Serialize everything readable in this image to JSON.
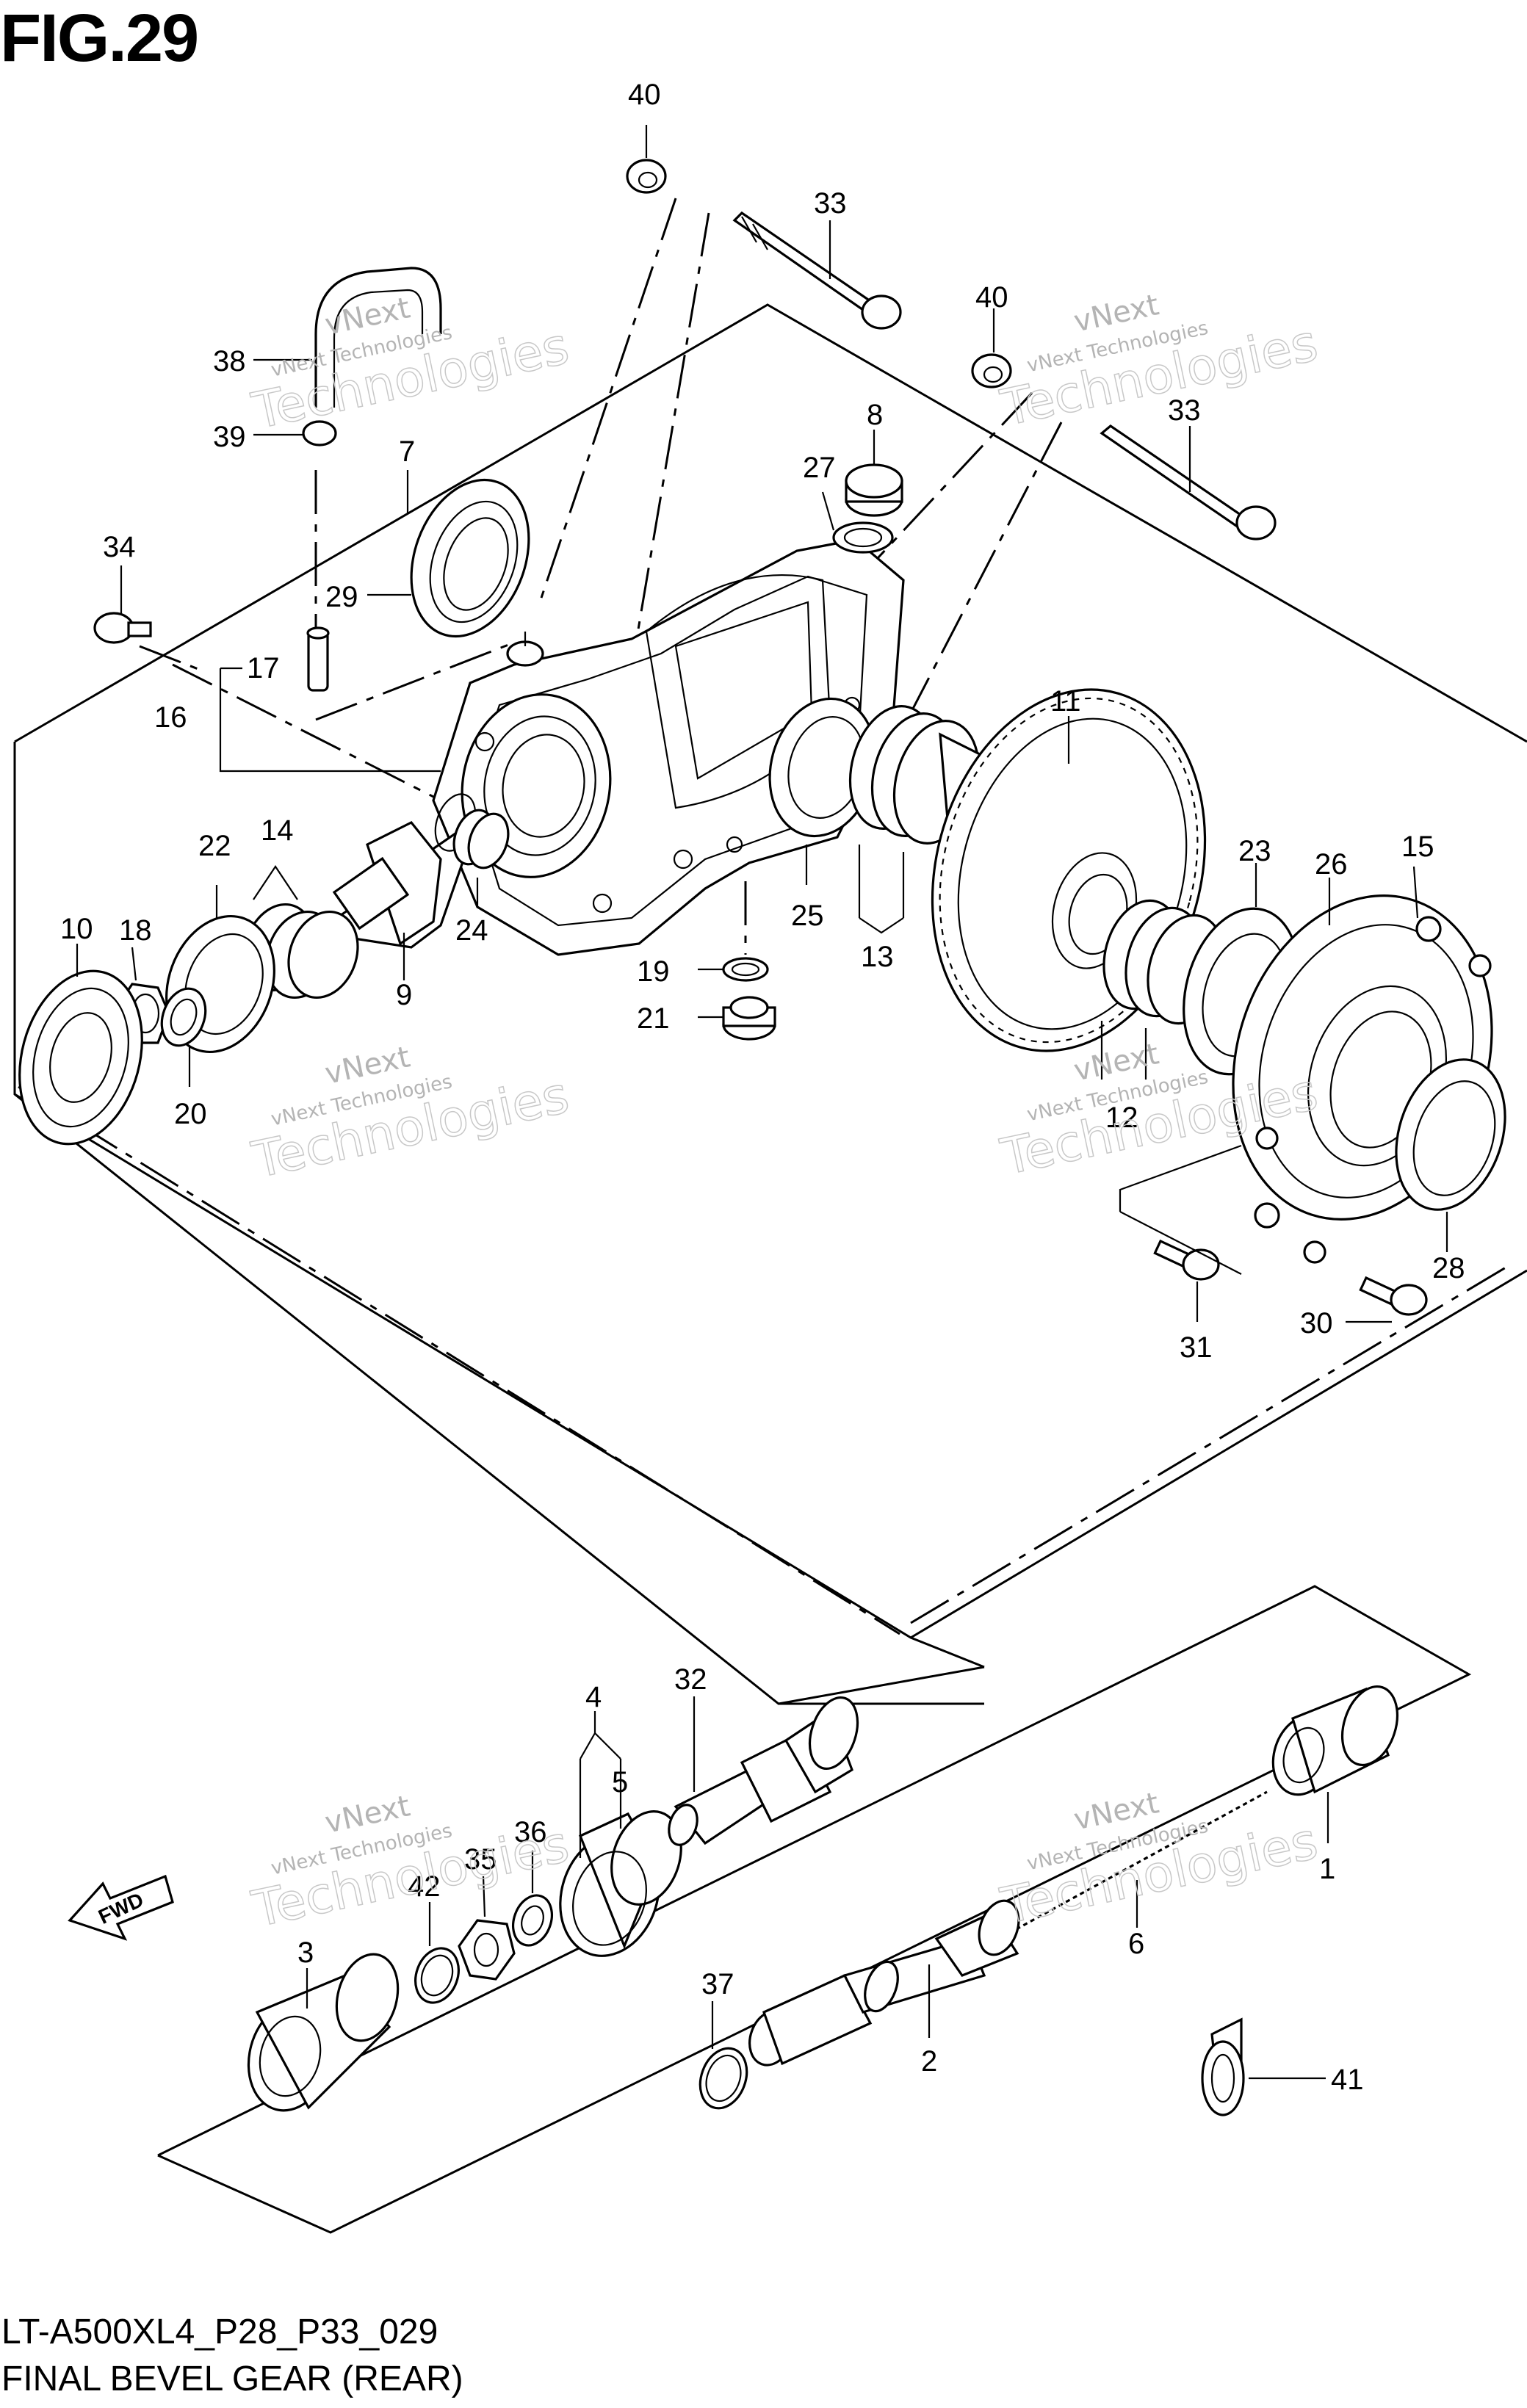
{
  "figure": {
    "title": "FIG.29",
    "code": "LT-A500XL4_P28_P33_029",
    "name": "FINAL BEVEL GEAR (REAR)"
  },
  "badge": {
    "label": "FWD",
    "icon": "fwd-arrow-icon"
  },
  "watermark": {
    "line1": "vNext",
    "line2": "vNext Technologies",
    "line3": "Technologies"
  },
  "callouts": [
    "1",
    "2",
    "3",
    "4",
    "5",
    "6",
    "7",
    "8",
    "9",
    "10",
    "11",
    "12",
    "13",
    "14",
    "15",
    "16",
    "17",
    "18",
    "19",
    "20",
    "21",
    "22",
    "23",
    "24",
    "25",
    "26",
    "27",
    "28",
    "29",
    "30",
    "31",
    "32",
    "33",
    "33",
    "34",
    "35",
    "36",
    "37",
    "38",
    "39",
    "40",
    "40",
    "41",
    "42"
  ],
  "colors": {
    "line": "#000000",
    "background": "#ffffff",
    "watermark": "#b4b4b4"
  }
}
